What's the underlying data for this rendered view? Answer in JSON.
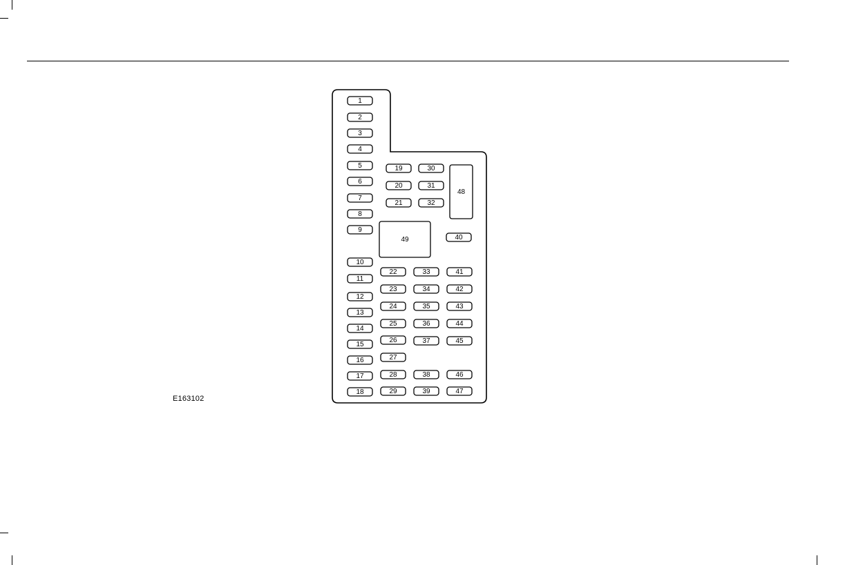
{
  "figure": {
    "id_label": "E163102"
  },
  "panel": {
    "fuses": [
      "1",
      "2",
      "3",
      "4",
      "5",
      "6",
      "7",
      "8",
      "9",
      "10",
      "11",
      "12",
      "13",
      "14",
      "15",
      "16",
      "17",
      "18",
      "19",
      "20",
      "21",
      "22",
      "23",
      "24",
      "25",
      "26",
      "27",
      "28",
      "29",
      "30",
      "31",
      "32",
      "33",
      "34",
      "35",
      "36",
      "37",
      "38",
      "39",
      "40",
      "41",
      "42",
      "43",
      "44",
      "45",
      "46",
      "47"
    ],
    "relays": [
      "48",
      "49"
    ]
  }
}
